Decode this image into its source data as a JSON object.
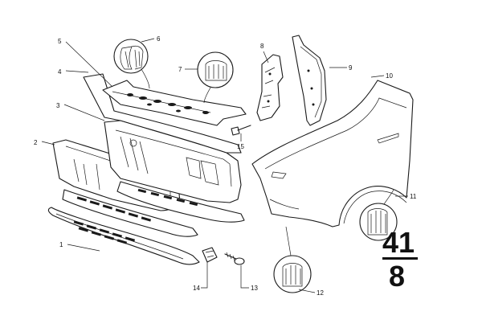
{
  "diagram": {
    "callouts": [
      {
        "id": "c1",
        "label": "1"
      },
      {
        "id": "c2",
        "label": "2"
      },
      {
        "id": "c3",
        "label": "3"
      },
      {
        "id": "c4",
        "label": "4"
      },
      {
        "id": "c5",
        "label": "5"
      },
      {
        "id": "c6",
        "label": "6"
      },
      {
        "id": "c7",
        "label": "7"
      },
      {
        "id": "c8",
        "label": "8"
      },
      {
        "id": "c9",
        "label": "9"
      },
      {
        "id": "c10",
        "label": "10"
      },
      {
        "id": "c11",
        "label": "11"
      },
      {
        "id": "c12",
        "label": "12"
      },
      {
        "id": "c13",
        "label": "13"
      },
      {
        "id": "c14",
        "label": "14"
      },
      {
        "id": "c15",
        "label": "15"
      }
    ],
    "section": {
      "group": "41",
      "sheet": "8"
    }
  }
}
